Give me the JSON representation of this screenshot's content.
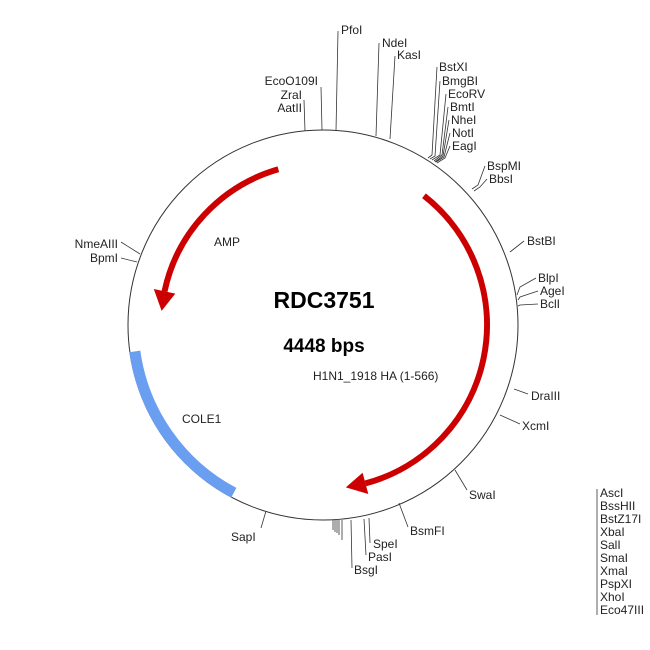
{
  "plasmid": {
    "name": "RDC3751",
    "size": "4448 bps"
  },
  "colors": {
    "feature_arrow": "#cc0000",
    "origin": "#6a9ef0",
    "backbone": "#333333"
  },
  "features": [
    {
      "name": "AMP",
      "type": "arrow",
      "direction": "counterclockwise"
    },
    {
      "name": "H1N1_1918 HA (1-566)",
      "type": "arrow",
      "direction": "clockwise"
    },
    {
      "name": "COLE1",
      "type": "block"
    }
  ],
  "sites": {
    "PfoI": "PfoI",
    "NdeI": "NdeI",
    "KasI": "KasI",
    "EcoO109I": "EcoO109I",
    "ZraI": "ZraI",
    "AatII": "AatII",
    "BstXI": "BstXI",
    "BmgBI": "BmgBI",
    "EcoRV": "EcoRV",
    "BmtI": "BmtI",
    "NheI": "NheI",
    "NotI": "NotI",
    "EagI": "EagI",
    "BspMI": "BspMI",
    "BbsI": "BbsI",
    "BstBI": "BstBI",
    "BlpI": "BlpI",
    "AgeI": "AgeI",
    "BclI": "BclI",
    "DraIII": "DraIII",
    "XcmI": "XcmI",
    "SwaI": "SwaI",
    "BsmFI": "BsmFI",
    "SpeI": "SpeI",
    "PasI": "PasI",
    "BsgI": "BsgI",
    "SapI": "SapI",
    "NmeAIII": "NmeAIII",
    "BpmI": "BpmI"
  },
  "site_list": [
    "AscI",
    "BssHII",
    "BstZ17I",
    "XbaI",
    "SalI",
    "SmaI",
    "XmaI",
    "PspXI",
    "XhoI",
    "Eco47III"
  ]
}
